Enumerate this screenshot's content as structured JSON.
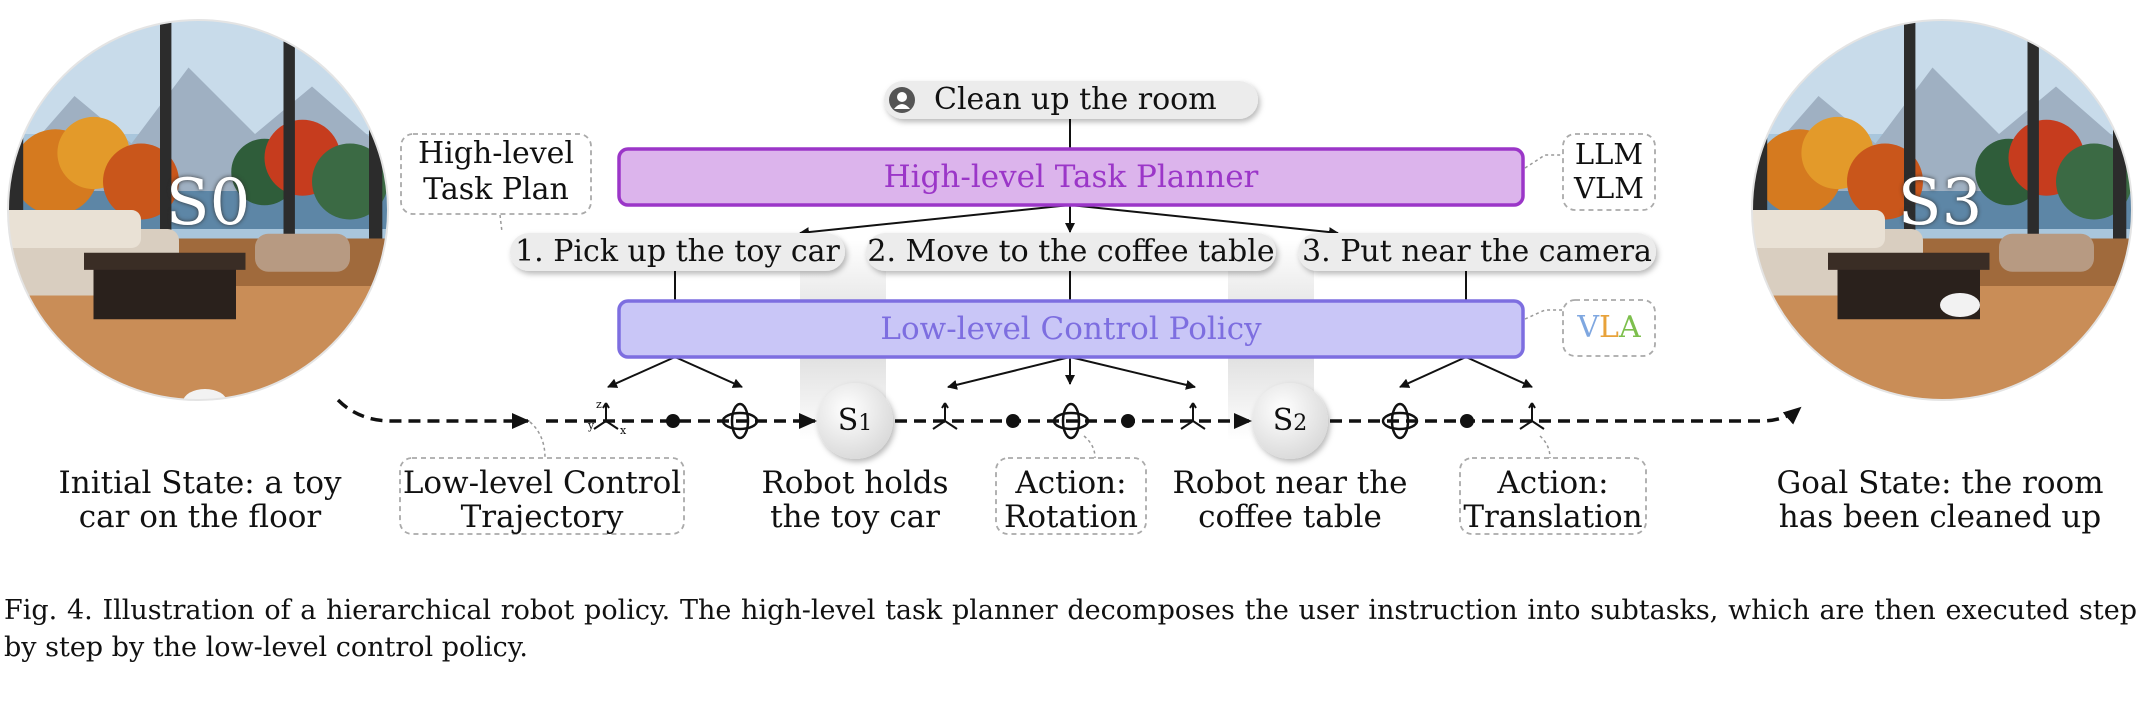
{
  "user_instruction": "Clean up the room",
  "high_level_plan_label": [
    "High-level",
    "Task Plan"
  ],
  "planner": {
    "title": "High-level Task Planner",
    "model_tag": [
      "LLM",
      "VLM"
    ]
  },
  "subtasks": [
    "1. Pick up the toy car",
    "2. Move to the coffee table",
    "3. Put near the camera"
  ],
  "policy": {
    "title": "Low-level Control Policy",
    "model_tag_letters": [
      "V",
      "L",
      "A"
    ],
    "model_tag_colors": [
      "#7fa7e0",
      "#e8a23a",
      "#7dbf4d"
    ]
  },
  "states": {
    "initial": {
      "symbol": "S",
      "sub": "0",
      "label": [
        "Initial State: a toy",
        "car on the floor"
      ]
    },
    "s1": {
      "symbol": "S",
      "sub": "1",
      "label": [
        "Robot holds",
        "the toy car"
      ]
    },
    "s2": {
      "symbol": "S",
      "sub": "2",
      "label": [
        "Robot near the",
        "coffee table"
      ]
    },
    "goal": {
      "symbol": "S",
      "sub": "3",
      "label": [
        "Goal State: the room",
        "has been cleaned up"
      ]
    }
  },
  "annotations": {
    "trajectory": [
      "Low-level Control",
      "Trajectory"
    ],
    "rotation": [
      "Action:",
      "Rotation"
    ],
    "translation": [
      "Action:",
      "Translation"
    ]
  },
  "axis_letters": {
    "x": "x",
    "y": "y",
    "z": "z"
  },
  "colors": {
    "planner_fill": "#dcb4ec",
    "planner_border": "#9b36c8",
    "planner_text": "#9b36c8",
    "policy_fill": "#c9c6f7",
    "policy_border": "#7d6ee0",
    "policy_text": "#7d6ee0"
  },
  "caption": "Fig. 4.  Illustration of a hierarchical robot policy. The high-level task planner decomposes the user instruction into subtasks, which are then executed step by step by the low-level control policy."
}
